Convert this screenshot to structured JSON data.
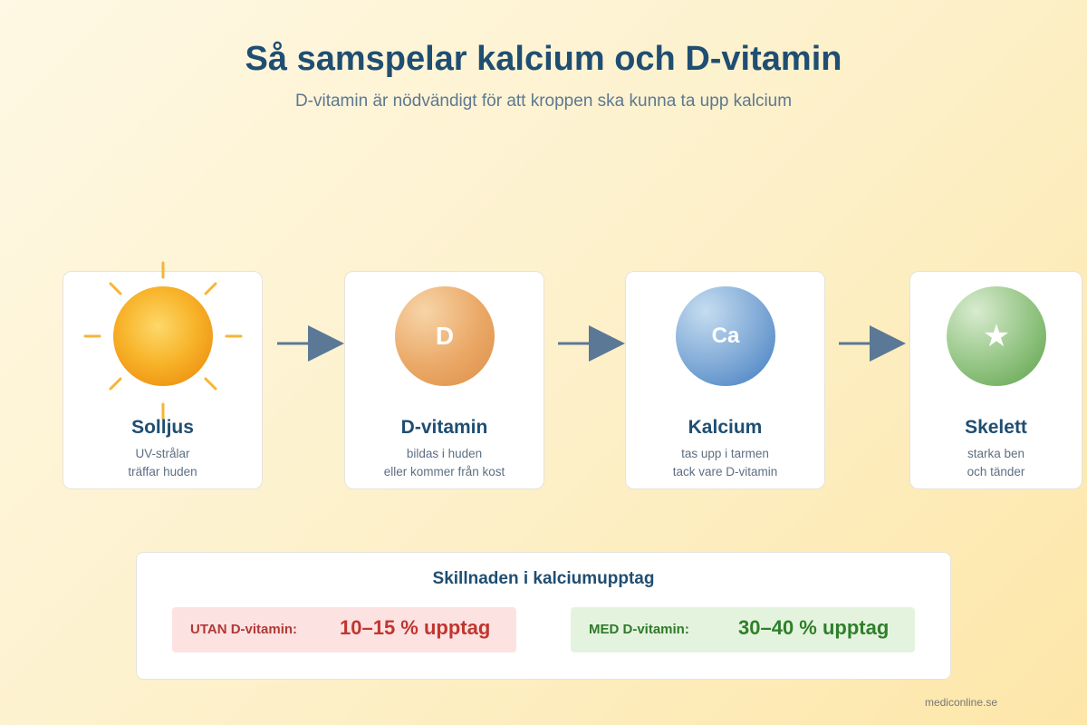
{
  "header": {
    "title": "Så samspelar kalcium och D-vitamin",
    "subtitle": "D-vitamin är nödvändigt för att kroppen ska kunna ta upp kalcium"
  },
  "steps": [
    {
      "icon": "sun-icon",
      "symbol": "",
      "title": "Solljus",
      "line1": "UV-strålar",
      "line2": "träffar huden"
    },
    {
      "icon": "vitamin-d-icon",
      "symbol": "D",
      "title": "D-vitamin",
      "line1": "bildas i huden",
      "line2": "eller kommer från kost"
    },
    {
      "icon": "calcium-icon",
      "symbol": "Ca",
      "title": "Kalcium",
      "line1": "tas upp i tarmen",
      "line2": "tack vare D-vitamin"
    },
    {
      "icon": "star-icon",
      "symbol": "★",
      "title": "Skelett",
      "line1": "starka ben",
      "line2": "och tänder"
    }
  ],
  "comparison": {
    "title": "Skillnaden i kalciumupptag",
    "without": {
      "label": "UTAN D-vitamin:",
      "value": "10–15 % upptag"
    },
    "with": {
      "label": "MED D-vitamin:",
      "value": "30–40 % upptag"
    }
  },
  "footer": {
    "source": "mediconline.se"
  },
  "colors": {
    "title": "#1f4e72",
    "arrow": "#5b7896",
    "sun": "#f5a31e",
    "vitamin_d": "#e39a56",
    "calcium": "#4f88c6",
    "skeleton": "#6eab5b",
    "without_bg": "#fde2e2",
    "with_bg": "#e4f3de"
  }
}
